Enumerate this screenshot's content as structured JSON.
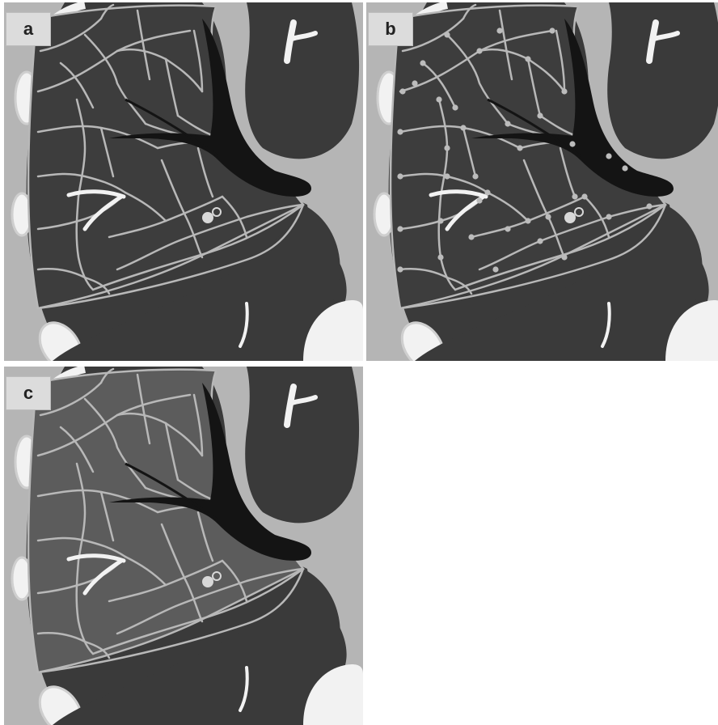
{
  "panels": [
    {
      "label": "a",
      "lobule_fill": "#3d3d3d",
      "nodules": false
    },
    {
      "label": "b",
      "lobule_fill": "#3d3d3d",
      "nodules": true
    },
    {
      "label": "c",
      "lobule_fill": "#5c5c5c",
      "nodules": false
    }
  ],
  "colors": {
    "lung": "#3a3a3a",
    "wall": "#b5b5b5",
    "septa": "#b8b8b8",
    "bone": "#f2f2f2",
    "airway": "#141414",
    "background": "#ffffff"
  }
}
